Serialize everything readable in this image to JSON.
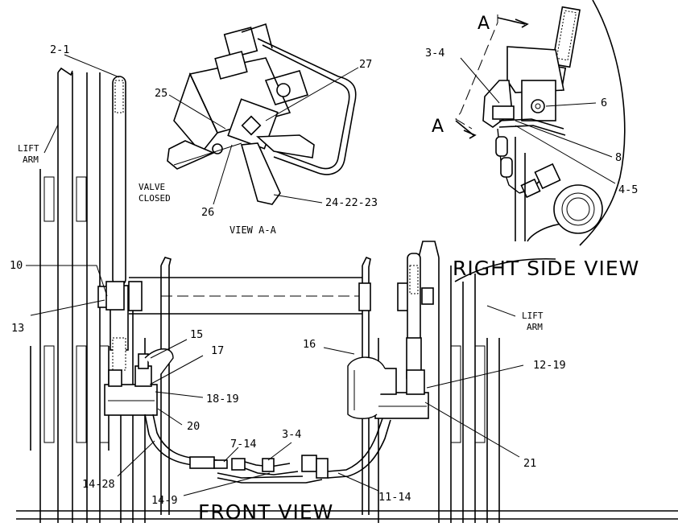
{
  "views": {
    "view_aa": "VIEW A-A",
    "right_side": "RIGHT SIDE VIEW",
    "front": "FRONT VIEW",
    "section_letter_top": "A",
    "section_letter_bottom": "A"
  },
  "notes": {
    "lift_arm_left_1": "LIFT",
    "lift_arm_left_2": "ARM",
    "lift_arm_right_1": "LIFT",
    "lift_arm_right_2": "ARM",
    "valve_1": "VALVE",
    "valve_2": "CLOSED"
  },
  "callouts": {
    "c2_1": "2-1",
    "c25": "25",
    "c27": "27",
    "c26": "26",
    "c24_22_23": "24-22-23",
    "c3_4_top": "3-4",
    "c6": "6",
    "c8": "8",
    "c4_5": "4-5",
    "c10": "10",
    "c13": "13",
    "c15": "15",
    "c17": "17",
    "c18_19": "18-19",
    "c20": "20",
    "c16": "16",
    "c12_19": "12-19",
    "c21": "21",
    "c14_28": "14-28",
    "c7_14": "7-14",
    "c3_4_bottom": "3-4",
    "c14_9": "14-9",
    "c11_14": "11-14"
  }
}
